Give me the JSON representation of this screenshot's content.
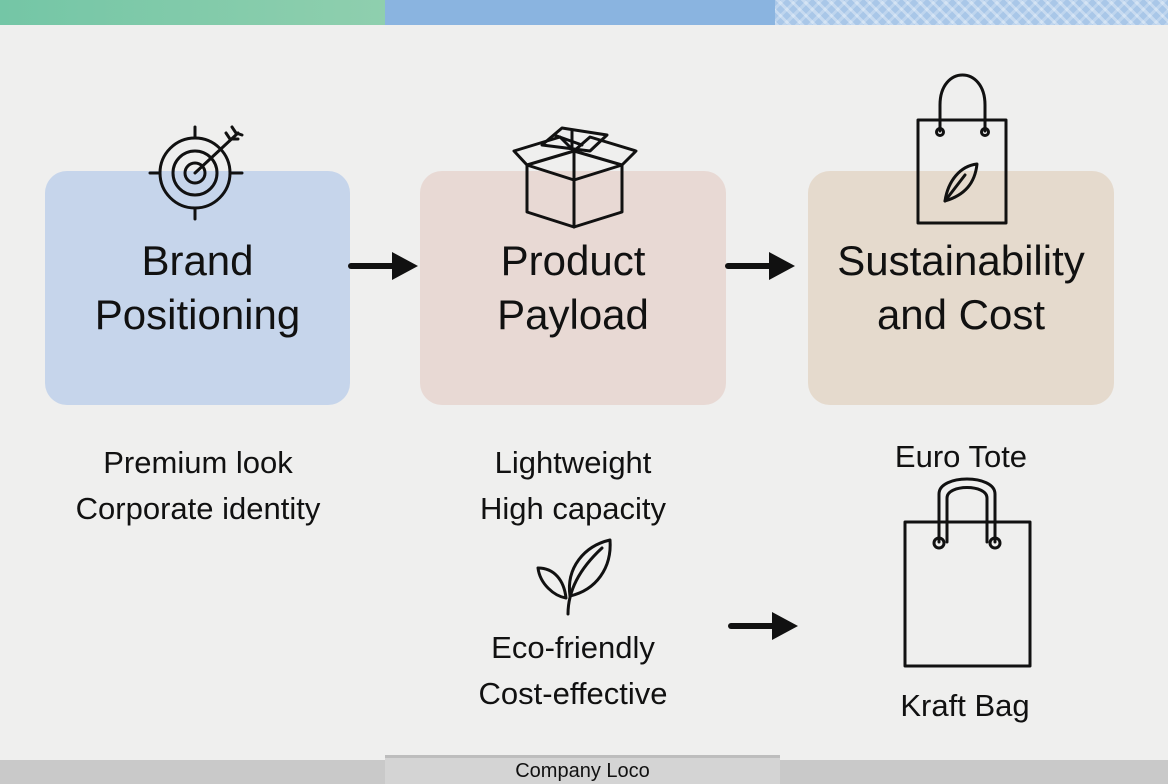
{
  "flow": [
    {
      "id": "brand",
      "title_lines": [
        "Brand",
        "Positioning"
      ],
      "icon": "target-icon",
      "details": [
        "Premium look",
        "Corporate identity"
      ]
    },
    {
      "id": "payload",
      "title_lines": [
        "Product",
        "Payload"
      ],
      "icon": "box-icon",
      "details": [
        "Lightweight",
        "High capacity"
      ]
    },
    {
      "id": "sustain",
      "title_lines": [
        "Sustainability",
        "and Cost"
      ],
      "icon": "shopping-bag-leaf-icon"
    }
  ],
  "eco": {
    "icon": "leaf-icon",
    "lines": [
      "Eco-friendly",
      "Cost-effective"
    ]
  },
  "options": {
    "top_label": "Euro Tote",
    "bottom_label": "Kraft Bag",
    "icon": "shopping-bag-icon"
  },
  "footer": {
    "label": "Company Loco"
  },
  "colors": {
    "band_green": "#74c6a6",
    "band_blue": "#8ab4e0",
    "card_brand": "#c6d5eb",
    "card_payload": "#e8d9d4",
    "card_sustain": "#e5dacd",
    "background": "#efefee"
  }
}
